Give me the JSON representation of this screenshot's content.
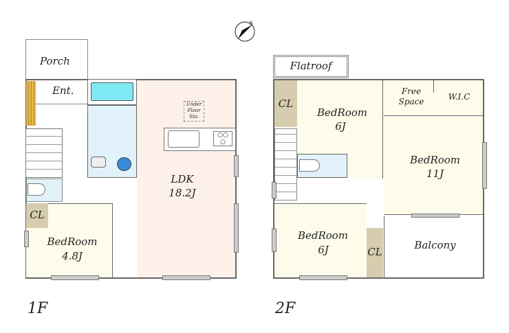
{
  "compass": {
    "label": "N"
  },
  "floor1": {
    "label": "1F",
    "rooms": {
      "porch": "Porch",
      "entrance": "Ent.",
      "ldk": "LDK",
      "ldk_size": "18.2J",
      "under_floor": "Under\nFloor\nSto.",
      "closet": "CL",
      "bedroom": "BedRoom",
      "bedroom_size": "4.8J"
    }
  },
  "floor2": {
    "label": "2F",
    "rooms": {
      "flatroof": "Flatroof",
      "closet_top": "CL",
      "bedroom_a": "BedRoom",
      "bedroom_a_size": "6J",
      "free_space": "Free\nSpace",
      "wic": "W.I.C",
      "bedroom_b": "BedRoom",
      "bedroom_b_size": "11J",
      "bedroom_c": "BedRoom",
      "bedroom_c_size": "6J",
      "closet_bottom": "CL",
      "balcony": "Balcony"
    }
  },
  "colors": {
    "tub": "#7fe9f4",
    "closet": "#d6cdae",
    "bedroom": "#fdfcea",
    "ldk": "#fdf1ea",
    "wet": "#e2f2fb"
  }
}
